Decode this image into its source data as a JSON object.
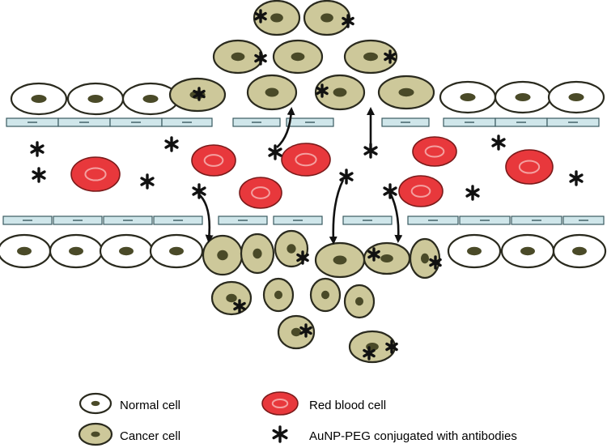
{
  "colors": {
    "normal_fill": "#ffffff",
    "cancer_fill": "#cdc89a",
    "cell_stroke": "#2a2a1e",
    "nucleus": "#4a4a28",
    "rbc_fill": "#e8383c",
    "rbc_stroke": "#7a1a1a",
    "rbc_center": "#f4a0a0",
    "vessel_fill": "#cfe6ea",
    "vessel_stroke": "#3a5a60",
    "particle": "#111111",
    "arrow": "#111111"
  },
  "legend": {
    "normal_cell": "Normal cell",
    "cancer_cell": "Cancer cell",
    "red_blood_cell": "Red blood cell",
    "nanoparticle": "AuNP-PEG conjugated with antibodies"
  },
  "icons": {
    "normal_cell": "normal-cell-icon",
    "cancer_cell": "cancer-cell-icon",
    "red_blood_cell": "red-blood-cell-icon",
    "nanoparticle": "nanoparticle-star-icon"
  }
}
